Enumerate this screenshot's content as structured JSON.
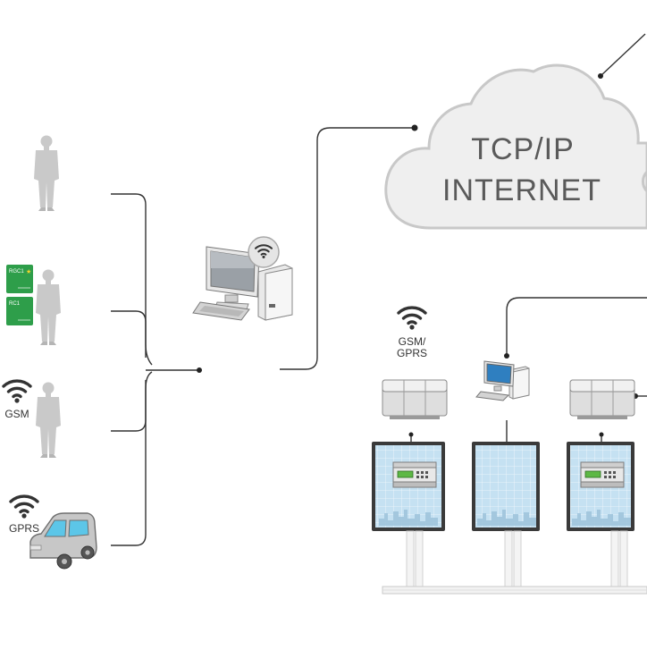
{
  "cloud": {
    "line1": "TCP/IP",
    "line2": "INTERNET"
  },
  "cards": {
    "card1": "RGC1",
    "card2": "RC1"
  },
  "users": {
    "gsm_label": "GSM",
    "gprs_label": "GPRS"
  },
  "site": {
    "gsm_gprs_line1": "GSM/",
    "gsm_gprs_line2": "GPRS"
  },
  "colors": {
    "cloud_fill": "#efefef",
    "cloud_stroke": "#c8c8c8",
    "cloud_text": "#5a5a5a",
    "line": "#333333",
    "person": "#c9c9c9",
    "card": "#2e9e4a",
    "car": "#c7c7c7",
    "car_glass": "#5cc6e8",
    "panel_glass": "#c5e1f2",
    "module_screen": "#5db845"
  }
}
